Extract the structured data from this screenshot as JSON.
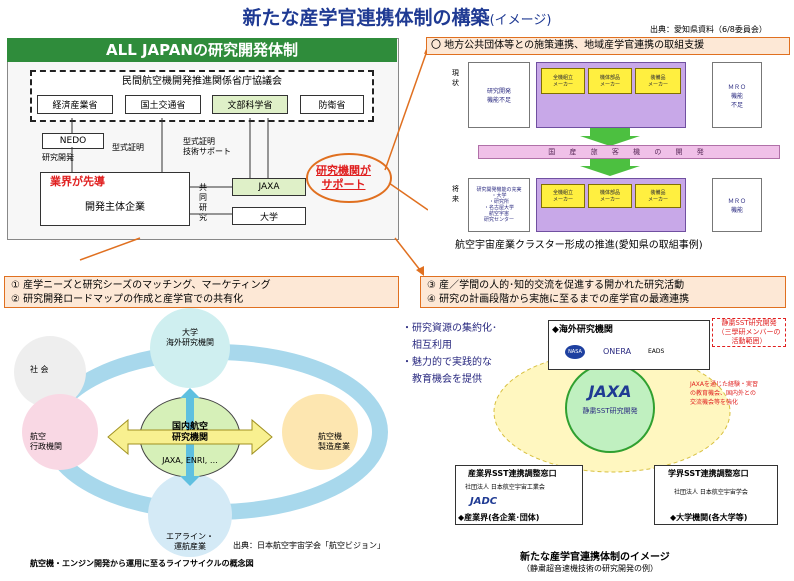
{
  "header": {
    "title": "新たな産学官連携体制の構築",
    "title_suffix": "(イメージ)",
    "source": "出典：愛知県資料（6/8委員会）"
  },
  "all_japan": {
    "heading": "ALL JAPANの研究開発体制",
    "council": "民間航空機開発推進関係省庁協議会",
    "ministries": [
      "経済産業省",
      "国土交通省",
      "文部科学省",
      "防衛省"
    ],
    "nedo": "NEDO",
    "label_research_dev": "研究開発",
    "label_type_cert": "型式証明",
    "label_type_cert_support": "型式証明\n技術サポート",
    "industry_lead": "業界が先導",
    "dev_company": "開発主体企業",
    "joint_research": "共\n同\n研\n究",
    "jaxa": "JAXA",
    "university": "大学",
    "research_support": "研究機関が\nサポート"
  },
  "cluster": {
    "headline": "〇 地方公共団体等との施策連携、地域産学官連携の取組支援",
    "row_current": "現\n状",
    "row_future": "将\n来",
    "current_left": "研究開発\n機能不足",
    "mro_current": "ＭＲＯ\n機能\n不足",
    "band": "国 産 旅 客 機 の 開 発",
    "future_left": "研究開発機能の充実\n・大学\n・研究所\n・名古屋大学\n航空宇宙\n研究センター",
    "mro_future": "ＭＲＯ\n機能",
    "col_labels": [
      "全機組立\nメーカー",
      "機体部品\nメーカー",
      "装備品\nメーカー"
    ],
    "caption": "航空宇宙産業クラスター形成の推進(愛知県の取組事例)"
  },
  "callout_left": {
    "line1": "① 産学ニーズと研究シーズのマッチング、マーケティング",
    "line2": "② 研究開発ロードマップの作成と産学官での共有化"
  },
  "callout_right": {
    "line1": "③ 産／学間の人的･知的交流を促進する開かれた研究活動",
    "line2": "④ 研究の計画段階から実施に至るまでの産学官の最適連携"
  },
  "lifecycle": {
    "society": "社 会",
    "gov": "航空\n行政機関",
    "university": "大学\n海外研究機関",
    "manufacturer": "航空機\n製造産業",
    "airline": "エアライン・\n運航産業",
    "center": "国内航空\n研究機関",
    "center_sub": "JAXA, ENRI, …",
    "source": "出典：日本航空宇宙学会「航空ビジョン」",
    "caption": "航空機・エンジン開発から運用に至るライフサイクルの概念図"
  },
  "sst": {
    "bullets": [
      "・研究資源の集約化･",
      "　相互利用",
      "・魅力的で実践的な",
      "　教育機会を提供"
    ],
    "overseas": "◆海外研究機関",
    "overseas_orgs": [
      "NASA",
      "ONERA",
      "EADS"
    ],
    "sst_note": "静粛SST研究開発\n（三學研メンバーの\n活動範囲）",
    "jaxa_logo": "JAXA",
    "jaxa_sub": "静粛SST研究開発",
    "right_note": "JAXAを通じた経験・実習\nの教育機会、国内外との\n交流機会等を強化",
    "industry_window": "産業界SST連携調整窓口",
    "industry_org": "社団法人 日本航空宇宙工業会",
    "jadc": "JADC",
    "industry_label": "◆産業界(各企業･団体)",
    "academia_window": "学界SST連携調整窓口",
    "academia_org": "社団法人 日本航空宇宙学会",
    "academia_label": "◆大学機関(各大学等)",
    "caption": "新たな産学官連携体制のイメージ",
    "subcaption": "（静粛超音速機技術の研究開発の例）"
  },
  "colors": {
    "title": "#1f3a93",
    "header_green": "#2f8c3b",
    "orange": "#e07020",
    "red": "#e02020"
  }
}
